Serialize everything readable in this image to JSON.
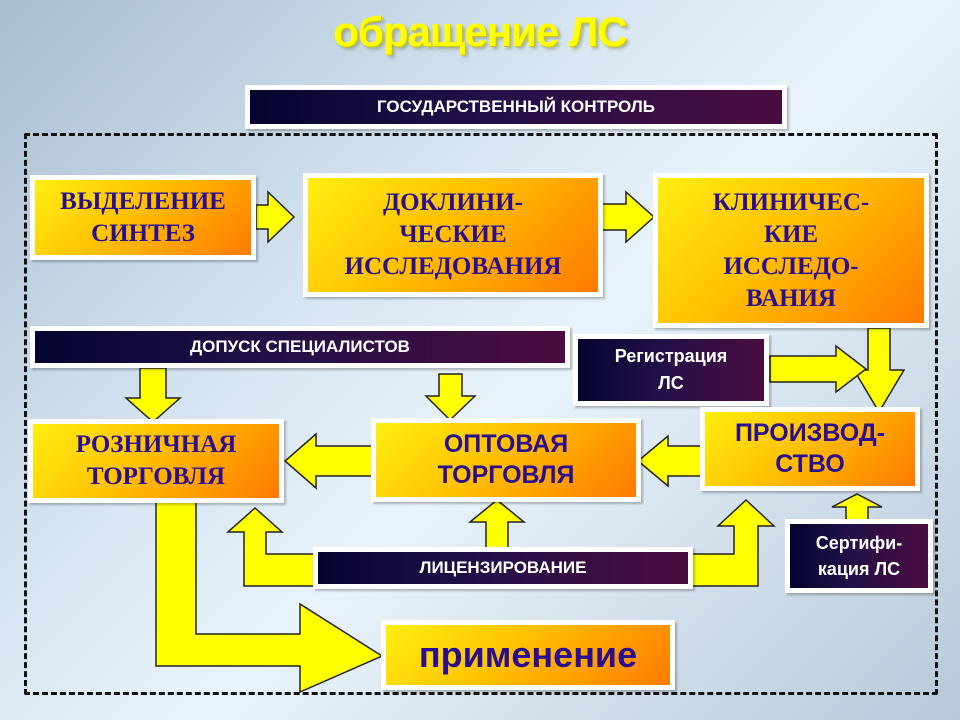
{
  "title": "обращение ЛС",
  "boxes": {
    "state_control": "ГОСУДАРСТВЕННЫЙ КОНТРОЛЬ",
    "synthesis": [
      "ВЫДЕЛЕНИЕ",
      "СИНТЕЗ"
    ],
    "preclinical": [
      "ДОКЛИНИ-",
      "ЧЕСКИЕ",
      "ИССЛЕДОВАНИЯ"
    ],
    "clinical": [
      "КЛИНИЧЕС-",
      "КИЕ",
      "ИССЛЕДО-",
      "ВАНИЯ"
    ],
    "specialist_admission": "ДОПУСК СПЕЦИАЛИСТОВ",
    "registration": [
      "Регистрация",
      "ЛС"
    ],
    "retail": [
      "РОЗНИЧНАЯ",
      "ТОРГОВЛЯ"
    ],
    "wholesale": [
      "ОПТОВАЯ",
      "ТОРГОВЛЯ"
    ],
    "production": [
      "ПРОИЗВОД-",
      "СТВО"
    ],
    "licensing": "ЛИЦЕНЗИРОВАНИЕ",
    "certification": [
      "Сертифи-",
      "кация ЛС"
    ],
    "application": "применение"
  },
  "colors": {
    "title": "#ffff00",
    "box_text": "#2b0e8f",
    "arrow_fill": "#ffff00",
    "arrow_stroke": "#222222",
    "navy_box": "#1a0d40"
  }
}
